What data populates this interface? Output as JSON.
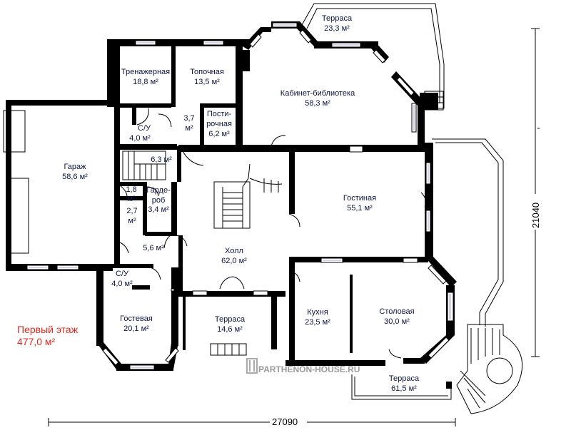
{
  "floor": {
    "title": "Первый этаж",
    "area": "477,0 м²"
  },
  "dimensions": {
    "width": "27090",
    "depth": "21040"
  },
  "watermark": "PARTHENON-HOUSE.RU",
  "colors": {
    "walls": "#000000",
    "labels": "#0b1540",
    "floor_label": "#e0281e",
    "window_glass": "#d8d2f0"
  },
  "rooms": {
    "terrace_top": {
      "name": "Терраса",
      "area": "23,3 м²"
    },
    "gym": {
      "name": "Тренажерная",
      "area": "18,8 м²"
    },
    "boiler": {
      "name": "Топочная",
      "area": "13,5 м²"
    },
    "library": {
      "name": "Кабинет-библиотека",
      "area": "58,3 м²"
    },
    "laundry_name1": "Пости-",
    "laundry_name2": "рочная",
    "laundry_area": "6,2 м²",
    "corr_a1": "3,7",
    "corr_a2": "м²",
    "wc1": {
      "name": "С/У",
      "area": "4,0 м²"
    },
    "garage": {
      "name": "Гараж",
      "area": "58,6 м²"
    },
    "stair_small": {
      "area": "6,3 м²"
    },
    "corr_b1": "1,8",
    "corr_b2": "м²",
    "wardrobe_name1": "Гарде-",
    "wardrobe_name2": "роб",
    "wardrobe_area": "3,4 м²",
    "corr_c1": "2,7",
    "corr_c2": "м²",
    "vestibule": {
      "area": "5,6 м²"
    },
    "living": {
      "name": "Гостиная",
      "area": "55,1 м²"
    },
    "hall": {
      "name": "Холл",
      "area": "62,0 м²"
    },
    "wc2": {
      "name": "С/У",
      "area": "4,0 м²"
    },
    "guest": {
      "name": "Гостевая",
      "area": "20,1 м²"
    },
    "terrace_mid": {
      "name": "Терраса",
      "area": "14,6 м²"
    },
    "kitchen": {
      "name": "Кухня",
      "area": "23,5 м²"
    },
    "dining": {
      "name": "Столовая",
      "area": "30,0 м²"
    },
    "terrace_big": {
      "name": "Терраса",
      "area": "61,5 м²"
    }
  }
}
